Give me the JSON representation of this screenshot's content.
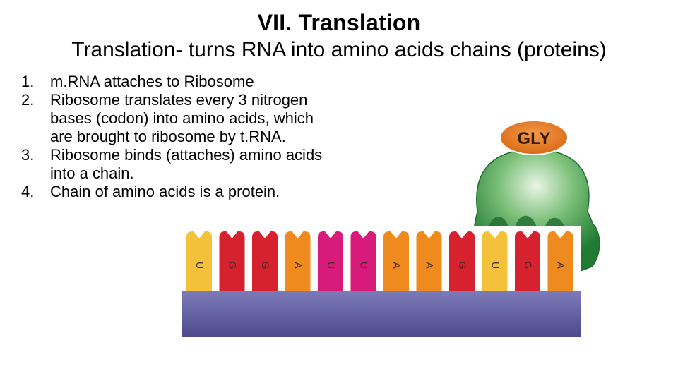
{
  "slide": {
    "title": "VII. Translation",
    "subtitle": "Translation- turns RNA into amino acids chains (proteins)"
  },
  "steps": [
    {
      "num": "1.",
      "text": "m.RNA attaches to Ribosome"
    },
    {
      "num": "2.",
      "text": "Ribosome translates every 3 nitrogen bases (codon) into amino acids, which are brought to ribosome by t.RNA."
    },
    {
      "num": "3.",
      "text": "Ribosome binds (attaches) amino acids into a chain."
    },
    {
      "num": "4.",
      "text": "Chain of amino acids is a protein."
    }
  ],
  "amino_acid_label": "GLY",
  "bases": [
    "U",
    "G",
    "G",
    "A",
    "U",
    "U",
    "A",
    "A",
    "G",
    "U",
    "G",
    "A"
  ],
  "colors": {
    "U": "#f3c23a",
    "G": "#d6222f",
    "A": "#ef8a1e",
    "U2": "#d81b7a",
    "ribosome": "#2e8b3d",
    "amino_acid": "#e87722",
    "backbone": "#5f5c9e"
  }
}
